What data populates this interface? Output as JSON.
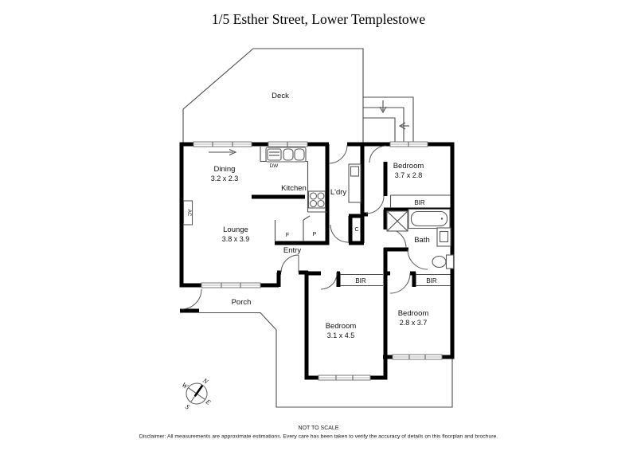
{
  "page": {
    "title": "1/5 Esther Street, Lower Templestowe"
  },
  "floorplan": {
    "deck": {
      "label": "Deck"
    },
    "dining": {
      "label": "Dining",
      "dims": "3.2 x 2.3"
    },
    "kitchen": {
      "label": "Kitchen"
    },
    "lounge": {
      "label": "Lounge",
      "dims": "3.8 x 3.9"
    },
    "laundry": {
      "label": "L'dry"
    },
    "entry": {
      "label": "Entry"
    },
    "porch": {
      "label": "Porch"
    },
    "bath": {
      "label": "Bath"
    },
    "bedroom_top": {
      "label": "Bedroom",
      "dims": "3.7 x 2.8"
    },
    "bedroom_bottom_left": {
      "label": "Bedroom",
      "dims": "3.1 x 4.5"
    },
    "bedroom_bottom_right": {
      "label": "Bedroom",
      "dims": "2.8 x 3.7"
    },
    "fixtures": {
      "dishwasher": "DW",
      "fridge": "F",
      "pantry": "P",
      "cupboard": "C",
      "air_conditioner": "AC",
      "built_in_robe": "BIR"
    }
  },
  "compass": {
    "north": "N",
    "south": "S",
    "east": "E",
    "west": "W"
  },
  "footer": {
    "scale_note": "NOT TO SCALE",
    "disclaimer": "Disclaimer: All measurements are approximate estimations. Every care has been taken to verify the accuracy of details on this floorplan and brochure."
  }
}
